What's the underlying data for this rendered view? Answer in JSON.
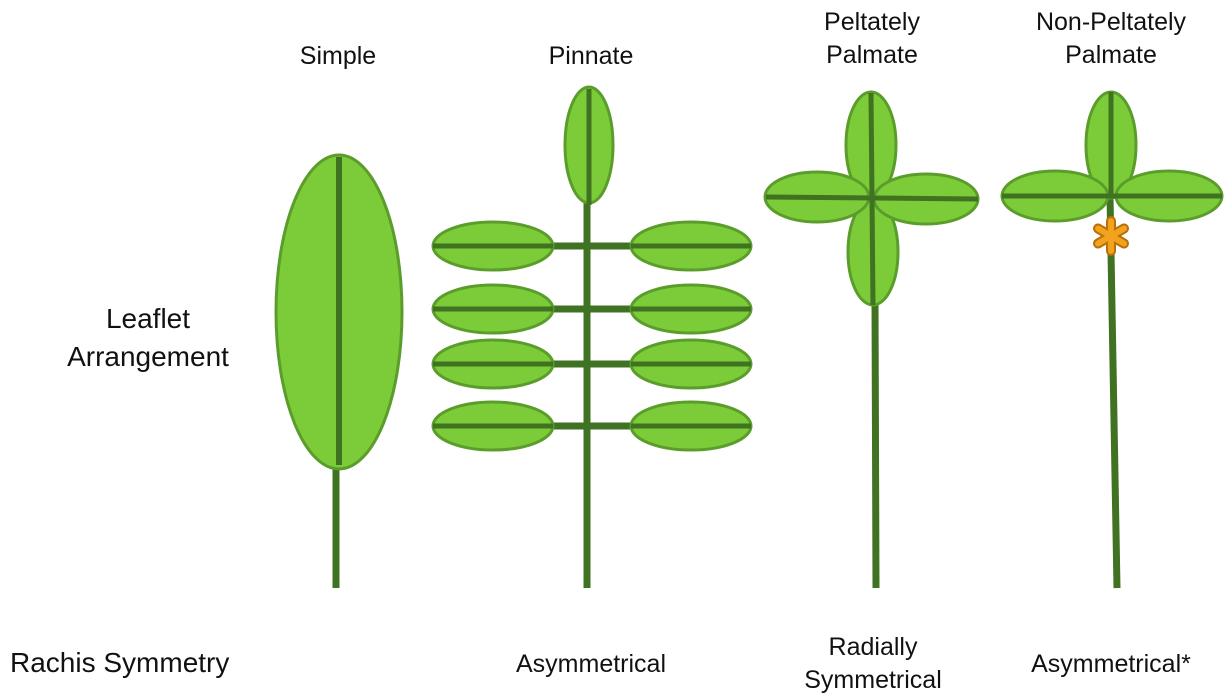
{
  "column_headers": {
    "simple": "Simple",
    "pinnate": "Pinnate",
    "peltately_palmate": [
      "Peltately",
      "Palmate"
    ],
    "non_peltately_palmate": [
      "Non-Peltately",
      "Palmate"
    ]
  },
  "row_labels": {
    "leaflet_arrangement": [
      "Leaflet",
      "Arrangement"
    ],
    "rachis_symmetry": "Rachis Symmetry"
  },
  "symmetry_values": {
    "pinnate": "Asymmetrical",
    "peltately_palmate": [
      "Radially",
      "Symmetrical"
    ],
    "non_peltately_palmate": "Asymmetrical*"
  },
  "marker": {
    "symbol": "asterisk",
    "note": "*"
  },
  "colors": {
    "leaf_fill": "#7ccc3a",
    "leaf_stroke": "#5a9d2a",
    "stem": "#3f7321",
    "marker": "#f2a21c"
  }
}
